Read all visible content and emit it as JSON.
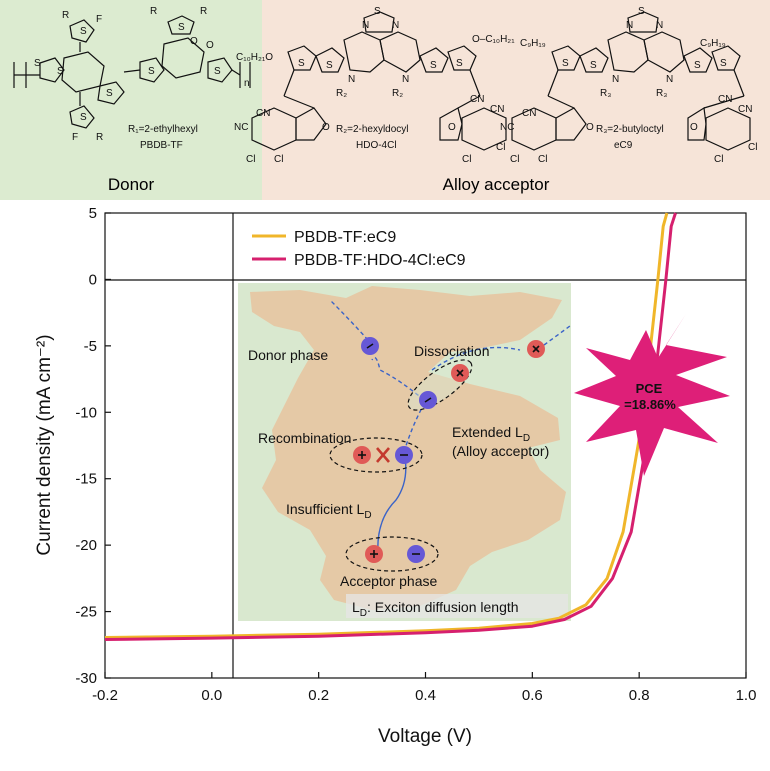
{
  "header": {
    "donor_label": "Donor",
    "acceptor_label": "Alloy acceptor",
    "molecules": [
      {
        "name": "PBDB-TF",
        "substituent": "R₁=2-ethylhexyl"
      },
      {
        "name": "HDO-4Cl",
        "substituent": "R₂=2-hexyldocyl"
      },
      {
        "name": "eC9",
        "substituent": "R₃=2-butyloctyl"
      }
    ],
    "side_chain_labels": [
      "C₁₀H₂₁O",
      "O–C₁₀H₂₁",
      "C₉H₁₉",
      "C₉H₁₉"
    ],
    "colors": {
      "donor_bg": "#dcebd0",
      "acceptor_bg": "#f6e4d8"
    }
  },
  "inset": {
    "labels": {
      "donor_phase": "Donor phase",
      "dissociation": "Dissociation",
      "recombination": "Recombination",
      "extended_ld": "Extended L",
      "extended_ld_sub": "D",
      "alloy_acceptor": "(Alloy acceptor)",
      "insufficient_ld": "Insufficient L",
      "insufficient_ld_sub": "D",
      "acceptor_phase": "Acceptor phase",
      "ld_definition_prefix": "L",
      "ld_definition_sub": "D",
      "ld_definition_rest": ": Exciton diffusion length"
    },
    "colors": {
      "donor_phase": "#d9e8cf",
      "acceptor_phase": "#e5c9a6",
      "hole": "#e05a57",
      "electron": "#6658d6",
      "arrow": "#3a63c8"
    }
  },
  "pce_badge": {
    "label": "PCE",
    "value": "=18.86%",
    "color": "#de1f78"
  },
  "chart_data": {
    "type": "line",
    "title": "",
    "xlabel": "Voltage (V)",
    "ylabel": "Current density (mA cm⁻²)",
    "xlim": [
      -0.2,
      1.0
    ],
    "ylim": [
      -30,
      5
    ],
    "xticks": [
      -0.2,
      0.0,
      0.2,
      0.4,
      0.6,
      0.8,
      1.0
    ],
    "yticks": [
      5,
      0,
      -5,
      -10,
      -15,
      -20,
      -25,
      -30
    ],
    "xtick_labels": [
      "-0.2",
      "0.0",
      "0.2",
      "0.4",
      "0.6",
      "0.8",
      "1.0"
    ],
    "ytick_labels": [
      "5",
      "0",
      "-5",
      "-10",
      "-15",
      "-20",
      "-25",
      "-30"
    ],
    "legend_position": "top-left",
    "series": [
      {
        "name": "PBDB-TF:eC9",
        "color": "#f0b62a",
        "x": [
          -0.2,
          0.0,
          0.2,
          0.4,
          0.5,
          0.6,
          0.65,
          0.7,
          0.74,
          0.77,
          0.8,
          0.82,
          0.835,
          0.845,
          0.852
        ],
        "y": [
          -26.95,
          -26.85,
          -26.7,
          -26.45,
          -26.25,
          -25.9,
          -25.5,
          -24.5,
          -22.5,
          -19.0,
          -12.0,
          -5.5,
          0.0,
          4.0,
          5.0
        ]
      },
      {
        "name": "PBDB-TF:HDO-4Cl:eC9",
        "color": "#d6206e",
        "x": [
          -0.2,
          0.0,
          0.2,
          0.4,
          0.5,
          0.6,
          0.66,
          0.71,
          0.75,
          0.785,
          0.815,
          0.835,
          0.85,
          0.86,
          0.868
        ],
        "y": [
          -27.1,
          -27.0,
          -26.85,
          -26.6,
          -26.4,
          -26.1,
          -25.6,
          -24.6,
          -22.5,
          -19.0,
          -12.0,
          -5.5,
          0.0,
          4.0,
          5.0
        ]
      }
    ]
  }
}
